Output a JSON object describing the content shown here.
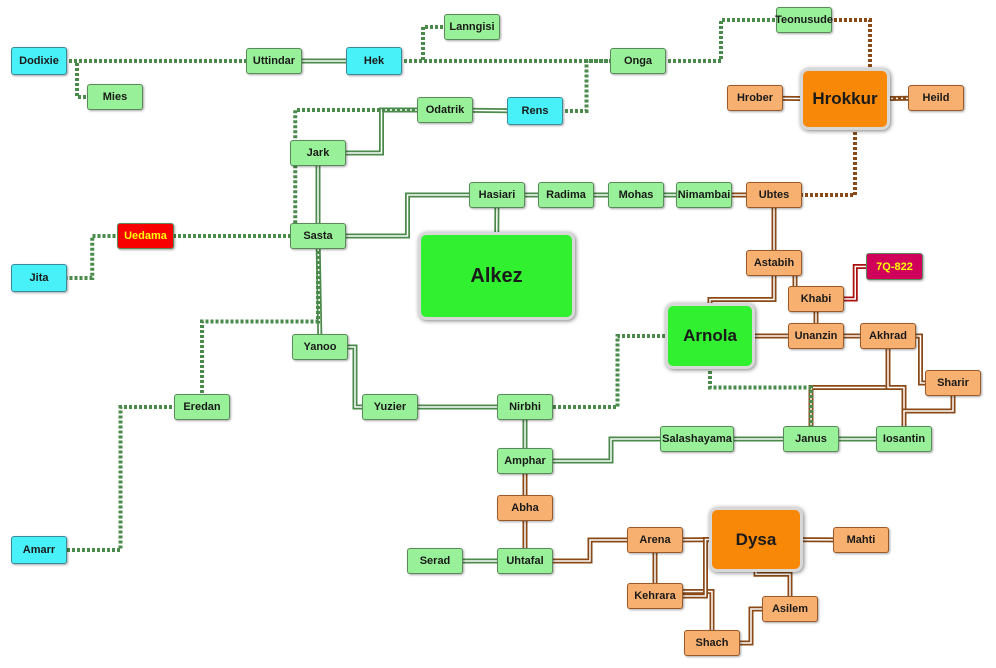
{
  "colors": {
    "green": "#98f098",
    "cyan": "#48f0f8",
    "orange": "#f8b070",
    "red": "#f80000",
    "magenta": "#d0005a",
    "bright_green": "#30f030",
    "bright_orange": "#f88808",
    "link_green": "#4a8a4a",
    "link_orange": "#8a4a18"
  },
  "systems": [
    {
      "id": "lanngisi",
      "label": "Lanngisi",
      "color": "green"
    },
    {
      "id": "teonusude",
      "label": "Teonusude",
      "color": "green"
    },
    {
      "id": "dodixie",
      "label": "Dodixie",
      "color": "cyan"
    },
    {
      "id": "uttindar",
      "label": "Uttindar",
      "color": "green"
    },
    {
      "id": "hek",
      "label": "Hek",
      "color": "cyan"
    },
    {
      "id": "onga",
      "label": "Onga",
      "color": "green"
    },
    {
      "id": "mies",
      "label": "Mies",
      "color": "green"
    },
    {
      "id": "hrober",
      "label": "Hrober",
      "color": "orange"
    },
    {
      "id": "hrokkur",
      "label": "Hrokkur",
      "color": "bright_orange",
      "big": true
    },
    {
      "id": "heild",
      "label": "Heild",
      "color": "orange"
    },
    {
      "id": "odatrik",
      "label": "Odatrik",
      "color": "green"
    },
    {
      "id": "rens",
      "label": "Rens",
      "color": "cyan"
    },
    {
      "id": "jark",
      "label": "Jark",
      "color": "green"
    },
    {
      "id": "hasiari",
      "label": "Hasiari",
      "color": "green"
    },
    {
      "id": "radima",
      "label": "Radima",
      "color": "green"
    },
    {
      "id": "mohas",
      "label": "Mohas",
      "color": "green"
    },
    {
      "id": "nimambai",
      "label": "Nimambai",
      "color": "green"
    },
    {
      "id": "ubtes",
      "label": "Ubtes",
      "color": "orange"
    },
    {
      "id": "uedama",
      "label": "Uedama",
      "color": "red",
      "text_color": "#ffff00"
    },
    {
      "id": "sasta",
      "label": "Sasta",
      "color": "green"
    },
    {
      "id": "alkez",
      "label": "Alkez",
      "color": "bright_green",
      "big": true
    },
    {
      "id": "jita",
      "label": "Jita",
      "color": "cyan"
    },
    {
      "id": "astabih",
      "label": "Astabih",
      "color": "orange"
    },
    {
      "id": "7q822",
      "label": "7Q-822",
      "color": "magenta",
      "text_color": "#ffff00"
    },
    {
      "id": "khabi",
      "label": "Khabi",
      "color": "orange"
    },
    {
      "id": "arnola",
      "label": "Arnola",
      "color": "bright_green",
      "big": true
    },
    {
      "id": "unanzin",
      "label": "Unanzin",
      "color": "orange"
    },
    {
      "id": "akhrad",
      "label": "Akhrad",
      "color": "orange"
    },
    {
      "id": "yanoo",
      "label": "Yanoo",
      "color": "green"
    },
    {
      "id": "sharir",
      "label": "Sharir",
      "color": "orange"
    },
    {
      "id": "eredan",
      "label": "Eredan",
      "color": "green"
    },
    {
      "id": "yuzier",
      "label": "Yuzier",
      "color": "green"
    },
    {
      "id": "nirbhi",
      "label": "Nirbhi",
      "color": "green"
    },
    {
      "id": "salashayama",
      "label": "Salashayama",
      "color": "green"
    },
    {
      "id": "janus",
      "label": "Janus",
      "color": "green"
    },
    {
      "id": "iosantin",
      "label": "Iosantin",
      "color": "green"
    },
    {
      "id": "amphar",
      "label": "Amphar",
      "color": "green"
    },
    {
      "id": "abha",
      "label": "Abha",
      "color": "orange"
    },
    {
      "id": "dysa",
      "label": "Dysa",
      "color": "bright_orange",
      "big": true
    },
    {
      "id": "amarr",
      "label": "Amarr",
      "color": "cyan"
    },
    {
      "id": "arena",
      "label": "Arena",
      "color": "orange"
    },
    {
      "id": "mahti",
      "label": "Mahti",
      "color": "orange"
    },
    {
      "id": "serad",
      "label": "Serad",
      "color": "green"
    },
    {
      "id": "uhtafal",
      "label": "Uhtafal",
      "color": "green"
    },
    {
      "id": "kehrara",
      "label": "Kehrara",
      "color": "orange"
    },
    {
      "id": "asilem",
      "label": "Asilem",
      "color": "orange"
    },
    {
      "id": "shach",
      "label": "Shach",
      "color": "orange"
    }
  ],
  "links": [
    {
      "from": "dodixie",
      "to": "uttindar",
      "style": "dashed-green"
    },
    {
      "from": "dodixie",
      "to": "mies",
      "style": "dashed-green"
    },
    {
      "from": "uttindar",
      "to": "hek",
      "style": "solid-green"
    },
    {
      "from": "hek",
      "to": "lanngisi",
      "style": "dashed-green"
    },
    {
      "from": "hek",
      "to": "onga",
      "style": "dashed-green"
    },
    {
      "from": "onga",
      "to": "teonusude",
      "style": "dashed-green"
    },
    {
      "from": "onga",
      "to": "rens",
      "style": "dashed-green"
    },
    {
      "from": "teonusude",
      "to": "heild",
      "style": "dashed-orange"
    },
    {
      "from": "hrober",
      "to": "hrokkur",
      "style": "solid-orange"
    },
    {
      "from": "hrokkur",
      "to": "heild",
      "style": "solid-orange"
    },
    {
      "from": "heild",
      "to": "ubtes",
      "style": "dashed-orange"
    },
    {
      "from": "odatrik",
      "to": "rens",
      "style": "solid-green"
    },
    {
      "from": "odatrik",
      "to": "jark",
      "style": "solid-green"
    },
    {
      "from": "odatrik",
      "to": "uedama",
      "style": "dashed-green"
    },
    {
      "from": "jark",
      "to": "sasta",
      "style": "solid-green"
    },
    {
      "from": "sasta",
      "to": "hasiari",
      "style": "solid-green"
    },
    {
      "from": "sasta",
      "to": "yanoo",
      "style": "solid-green"
    },
    {
      "from": "sasta",
      "to": "eredan",
      "style": "dashed-green"
    },
    {
      "from": "hasiari",
      "to": "alkez",
      "style": "solid-green"
    },
    {
      "from": "hasiari",
      "to": "radima",
      "style": "solid-green"
    },
    {
      "from": "radima",
      "to": "mohas",
      "style": "solid-green"
    },
    {
      "from": "mohas",
      "to": "nimambai",
      "style": "solid-green"
    },
    {
      "from": "nimambai",
      "to": "ubtes",
      "style": "solid-orange"
    },
    {
      "from": "ubtes",
      "to": "astabih",
      "style": "solid-orange"
    },
    {
      "from": "astabih",
      "to": "khabi",
      "style": "solid-orange"
    },
    {
      "from": "astabih",
      "to": "arnola",
      "style": "solid-orange"
    },
    {
      "from": "khabi",
      "to": "7q822",
      "style": "solid-red"
    },
    {
      "from": "khabi",
      "to": "unanzin",
      "style": "solid-orange"
    },
    {
      "from": "arnola",
      "to": "unanzin",
      "style": "solid-orange"
    },
    {
      "from": "unanzin",
      "to": "akhrad",
      "style": "solid-orange"
    },
    {
      "from": "akhrad",
      "to": "sharir",
      "style": "solid-orange"
    },
    {
      "from": "akhrad",
      "to": "janus",
      "style": "solid-orange"
    },
    {
      "from": "akhrad",
      "to": "iosantin",
      "style": "solid-orange"
    },
    {
      "from": "sharir",
      "to": "iosantin",
      "style": "solid-orange"
    },
    {
      "from": "janus",
      "to": "iosantin",
      "style": "solid-green"
    },
    {
      "from": "arnola",
      "to": "nirbhi",
      "style": "dashed-green"
    },
    {
      "from": "arnola",
      "to": "janus",
      "style": "dashed-green"
    },
    {
      "from": "uedama",
      "to": "jita",
      "style": "dashed-green"
    },
    {
      "from": "yanoo",
      "to": "yuzier",
      "style": "solid-green"
    },
    {
      "from": "yuzier",
      "to": "nirbhi",
      "style": "solid-green"
    },
    {
      "from": "nirbhi",
      "to": "amphar",
      "style": "solid-green"
    },
    {
      "from": "amphar",
      "to": "salashayama",
      "style": "solid-green"
    },
    {
      "from": "salashayama",
      "to": "janus",
      "style": "solid-green"
    },
    {
      "from": "amphar",
      "to": "abha",
      "style": "solid-orange"
    },
    {
      "from": "abha",
      "to": "uhtafal",
      "style": "solid-orange"
    },
    {
      "from": "eredan",
      "to": "amarr",
      "style": "dashed-green"
    },
    {
      "from": "serad",
      "to": "uhtafal",
      "style": "solid-green"
    },
    {
      "from": "uhtafal",
      "to": "arena",
      "style": "solid-orange"
    },
    {
      "from": "arena",
      "to": "dysa",
      "style": "solid-orange"
    },
    {
      "from": "dysa",
      "to": "mahti",
      "style": "solid-orange"
    },
    {
      "from": "arena",
      "to": "kehrara",
      "style": "solid-orange"
    },
    {
      "from": "arena",
      "to": "shach",
      "style": "solid-orange"
    },
    {
      "from": "kehrara",
      "to": "dysa",
      "style": "solid-orange"
    },
    {
      "from": "dysa",
      "to": "asilem",
      "style": "solid-orange"
    },
    {
      "from": "asilem",
      "to": "shach",
      "style": "solid-orange"
    }
  ]
}
